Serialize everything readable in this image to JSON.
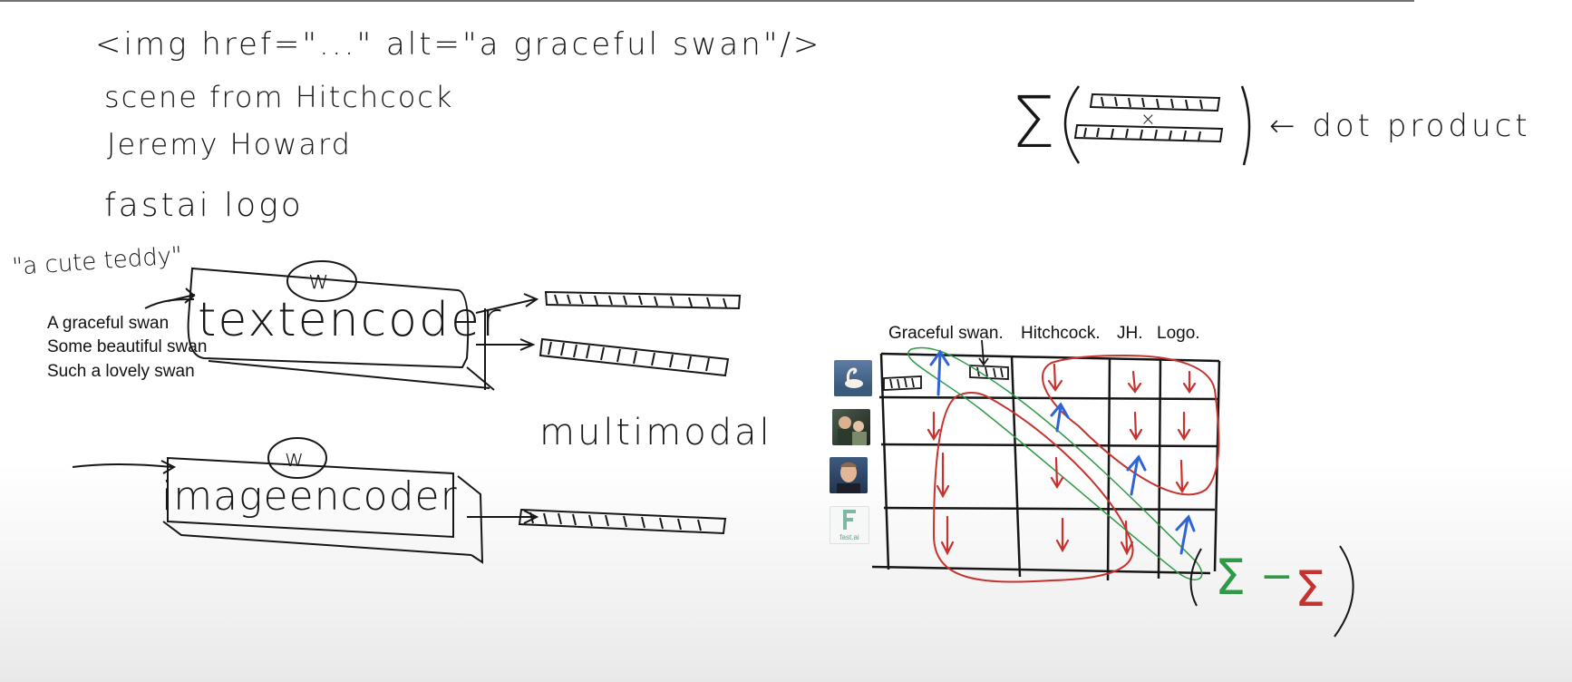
{
  "prompts": {
    "img_tag": "<img href=\"...\" alt=\"a graceful swan\"/>",
    "scene": "scene from Hitchcock",
    "person": "Jeremy Howard",
    "logo": "fastai logo",
    "teddy": "\"a cute teddy\""
  },
  "text_encoder": {
    "label": "textencoder",
    "weights": "w",
    "captions": [
      "A graceful swan",
      "Some beautiful swan",
      "Such a lovely swan"
    ]
  },
  "image_encoder": {
    "label": "imageencoder",
    "weights": "w"
  },
  "multimodal_label": "multimodal",
  "dot_product": {
    "sigma": "Σ",
    "times": "×",
    "label": "← dot product"
  },
  "matrix": {
    "columns": [
      "Graceful swan.",
      "Hitchcock.",
      "JH.",
      "Logo."
    ],
    "rows": [
      "swan-photo",
      "hitchcock-scene-photo",
      "jeremy-howard-photo",
      "fastai-logo"
    ],
    "logo_caption": "fast.ai",
    "loss": {
      "green_term": "Σ",
      "minus": "−",
      "red_term": "Σ"
    }
  },
  "colors": {
    "ink": "#161616",
    "match_blue": "#2f64d6",
    "mismatch_red": "#c6322e",
    "green": "#2e9a45"
  }
}
